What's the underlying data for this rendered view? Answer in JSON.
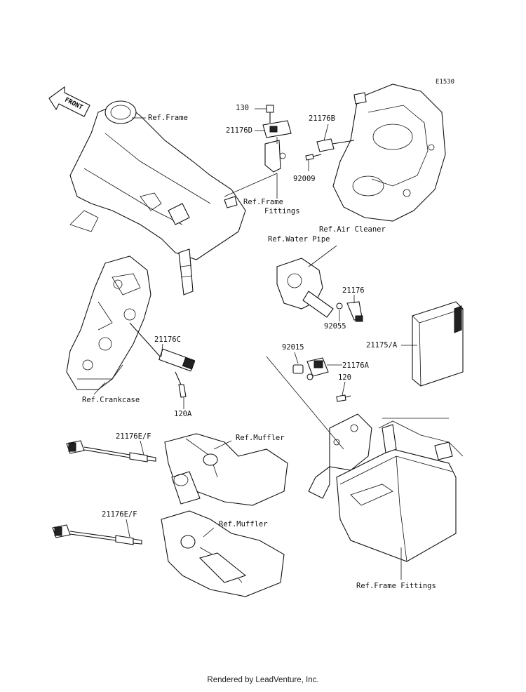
{
  "diagram_code": "E1530",
  "front_arrow": "FRONT",
  "labels": {
    "ref_frame": "Ref.Frame",
    "p130": "130",
    "p21176D": "21176D",
    "ref_frame_fittings_top_1": "Ref.Frame",
    "ref_frame_fittings_top_2": "Fittings",
    "p21176B": "21176B",
    "p92009": "92009",
    "ref_air_cleaner": "Ref.Air Cleaner",
    "ref_water_pipe": "Ref.Water Pipe",
    "p21176": "21176",
    "p92055": "92055",
    "p21176C": "21176C",
    "p92015": "92015",
    "p21176A": "21176A",
    "p21175A": "21175/A",
    "p120": "120",
    "ref_crankcase": "Ref.Crankcase",
    "p120A": "120A",
    "p21176EF_1": "21176E/F",
    "ref_muffler_1": "Ref.Muffler",
    "p21176EF_2": "21176E/F",
    "ref_muffler_2": "Ref.Muffler",
    "ref_frame_fittings_bottom": "Ref.Frame Fittings"
  },
  "footer": "Rendered by LeadVenture, Inc."
}
